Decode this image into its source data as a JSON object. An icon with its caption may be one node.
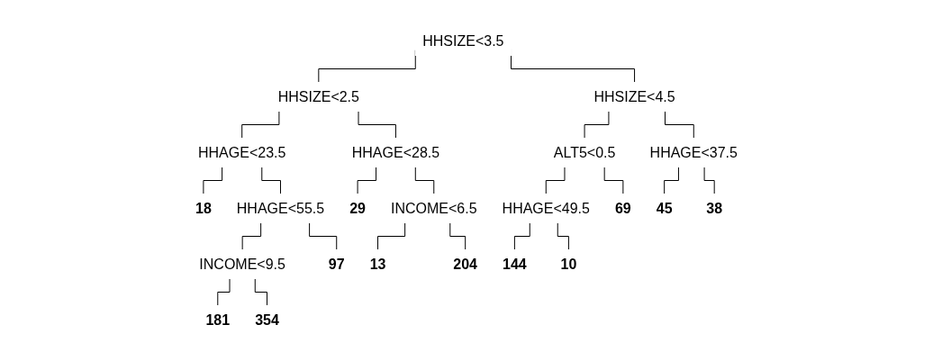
{
  "diagram": {
    "nodes": [
      {
        "text": [
          "HHSIZE<3.5"
        ]
      },
      {
        "text": [
          "HHSIZE<2.5"
        ]
      },
      {
        "text": [
          "HHAGE<23.5"
        ]
      },
      {
        "text": [
          "18"
        ]
      },
      {
        "text": [
          "HHAGE<55.5"
        ]
      },
      {
        "text": [
          "INCOME<9.5"
        ]
      },
      {
        "text": [
          "181"
        ]
      },
      {
        "text": [
          "354"
        ]
      },
      {
        "text": [
          "97"
        ]
      },
      {
        "text": [
          "HHAGE<28.5"
        ]
      },
      {
        "text": [
          "29"
        ]
      },
      {
        "text": [
          "INCOME<6.5"
        ]
      },
      {
        "text": [
          "13"
        ]
      },
      {
        "text": [
          "204"
        ]
      },
      {
        "text": [
          "HHSIZE<4.5"
        ]
      },
      {
        "text": [
          "ALT5<0.5"
        ]
      },
      {
        "text": [
          "HHAGE<49.5"
        ]
      },
      {
        "text": [
          "144"
        ]
      },
      {
        "text": [
          "10"
        ]
      },
      {
        "text": [
          "69"
        ]
      },
      {
        "text": [
          "HHAGE<37.5"
        ]
      },
      {
        "text": [
          "45"
        ]
      },
      {
        "text": [
          "38"
        ]
      }
    ],
    "edges": [
      {
        "from": 0,
        "to": 1,
        "arrow": "none"
      },
      {
        "from": 0,
        "to": 14,
        "arrow": "none"
      },
      {
        "from": 1,
        "to": 2,
        "arrow": "none"
      },
      {
        "from": 1,
        "to": 9,
        "arrow": "none"
      },
      {
        "from": 2,
        "to": 3,
        "arrow": "none"
      },
      {
        "from": 2,
        "to": 4,
        "arrow": "none"
      },
      {
        "from": 4,
        "to": 5,
        "arrow": "none"
      },
      {
        "from": 4,
        "to": 8,
        "arrow": "none"
      },
      {
        "from": 5,
        "to": 6,
        "arrow": "none"
      },
      {
        "from": 5,
        "to": 7,
        "arrow": "none"
      },
      {
        "from": 9,
        "to": 10,
        "arrow": "none"
      },
      {
        "from": 9,
        "to": 11,
        "arrow": "none"
      },
      {
        "from": 11,
        "to": 12,
        "arrow": "none"
      },
      {
        "from": 11,
        "to": 13,
        "arrow": "none"
      },
      {
        "from": 14,
        "to": 15,
        "arrow": "none"
      },
      {
        "from": 14,
        "to": 20,
        "arrow": "none"
      },
      {
        "from": 15,
        "to": 16,
        "arrow": "none"
      },
      {
        "from": 15,
        "to": 19,
        "arrow": "none"
      },
      {
        "from": 16,
        "to": 17,
        "arrow": "none"
      },
      {
        "from": 16,
        "to": 18,
        "arrow": "none"
      },
      {
        "from": 20,
        "to": 21,
        "arrow": "none"
      },
      {
        "from": 20,
        "to": 22,
        "arrow": "none"
      }
    ]
  }
}
